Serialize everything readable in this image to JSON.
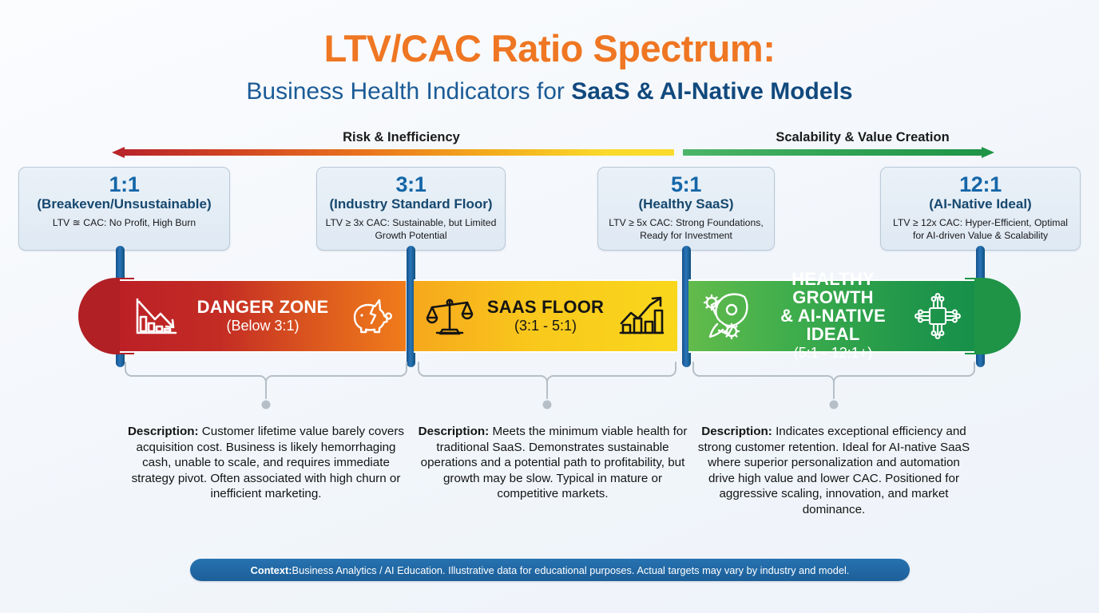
{
  "title": {
    "main": "LTV/CAC Ratio Spectrum:",
    "sub_prefix": "Business Health Indicators for ",
    "sub_bold": "SaaS & AI-Native Models",
    "main_color": "#ef7622",
    "sub_color": "#1b5b96"
  },
  "direction": {
    "left_label": "Risk & Inefficiency",
    "right_label": "Scalability & Value Creation",
    "left_arrow_colors": [
      "#b8252a",
      "#e8701e",
      "#f5c518",
      "#fada2c"
    ],
    "right_arrow_colors": [
      "#4cb56a",
      "#1f9447"
    ]
  },
  "milestones": [
    {
      "ratio": "1:1",
      "name": "(Breakeven/Unsustainable)",
      "detail": "LTV ≊ CAC: No Profit, High Burn"
    },
    {
      "ratio": "3:1",
      "name": "(Industry Standard Floor)",
      "detail": "LTV ≥ 3x CAC: Sustainable, but Limited Growth Potential"
    },
    {
      "ratio": "5:1",
      "name": "(Healthy SaaS)",
      "detail": "LTV ≥ 5x CAC: Strong Foundations, Ready for Investment"
    },
    {
      "ratio": "12:1",
      "name": "(AI-Native Ideal)",
      "detail": "LTV ≥ 12x CAC: Hyper-Efficient, Optimal for AI-driven Value & Scalability"
    }
  ],
  "zones": [
    {
      "title": "DANGER ZONE",
      "range": "(Below 3:1)",
      "text_color": "#ffffff",
      "gradient_from": "#bc2026",
      "gradient_to": "#f07c1b",
      "icon_left": "declining-bar-chart-icon",
      "icon_right": "broken-piggy-bank-icon"
    },
    {
      "title": "SAAS FLOOR",
      "range": "(3:1 - 5:1)",
      "text_color": "#141414",
      "gradient_from": "#f6a81c",
      "gradient_to": "#f9d71c",
      "icon_left": "balance-scales-icon",
      "icon_right": "rising-bar-chart-icon"
    },
    {
      "title": "HEALTHY GROWTH & AI-NATIVE IDEAL",
      "title_line1": "HEALTHY GROWTH",
      "title_line2": "& AI-NATIVE IDEAL",
      "range": "(5:1 - 12:1+)",
      "text_color": "#ffffff",
      "gradient_from": "#63bb4b",
      "gradient_to": "#17904a",
      "icon_left": "rocket-gears-icon",
      "icon_right": "ai-chip-icon"
    }
  ],
  "descriptions": [
    {
      "label": "Description:",
      "text": " Customer lifetime value barely covers acquisition cost. Business is likely hemorrhaging cash, unable to scale, and requires immediate strategy pivot. Often associated with high churn or inefficient marketing."
    },
    {
      "label": "Description:",
      "text": " Meets the minimum viable health for traditional SaaS. Demonstrates sustainable operations and a potential path to profitability, but growth may be slow. Typical in mature or competitive markets."
    },
    {
      "label": "Description:",
      "text": " Indicates exceptional efficiency and strong customer retention. Ideal for AI-native SaaS where superior personalization and automation drive high value and lower CAC. Positioned for aggressive scaling, innovation, and market dominance."
    }
  ],
  "context": {
    "label": "Context:",
    "text": " Business Analytics / AI Education. Illustrative data for educational purposes. Actual targets may vary by industry and model.",
    "bg_color": "#2270ae"
  }
}
